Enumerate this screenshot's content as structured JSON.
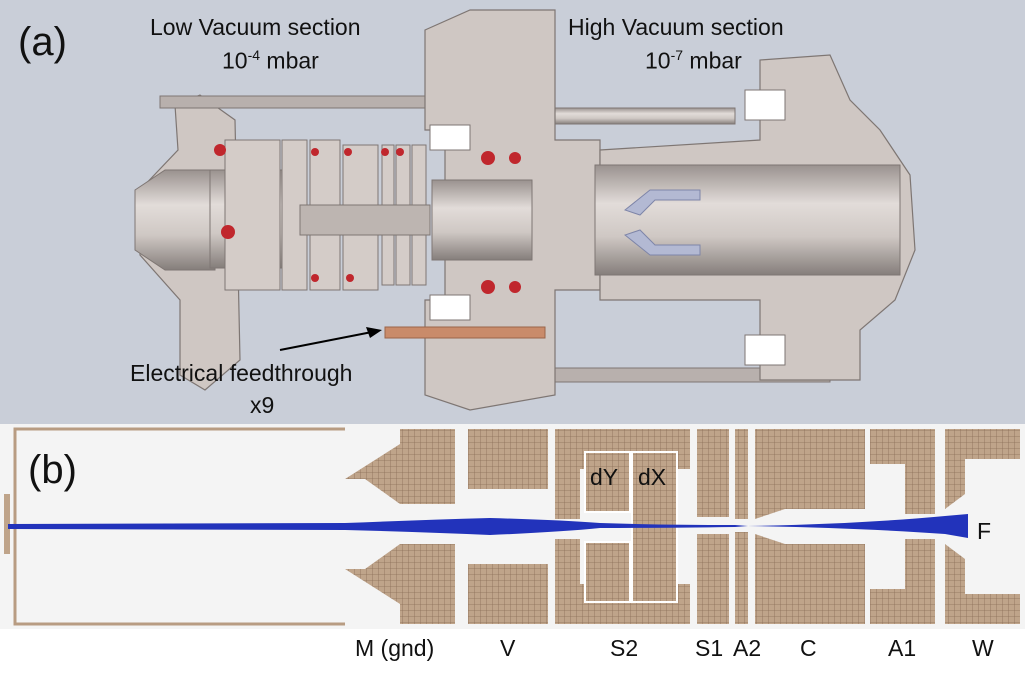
{
  "panel_a": {
    "tag": "(a)",
    "low_vacuum": {
      "title": "Low Vacuum section",
      "pressure_base": "10",
      "pressure_exp": "-4",
      "unit": " mbar"
    },
    "high_vacuum": {
      "title": "High Vacuum section",
      "pressure_base": "10",
      "pressure_exp": "-7",
      "unit": " mbar"
    },
    "feedthrough": {
      "line1": "Electrical feedthrough",
      "line2": "x9"
    }
  },
  "panel_b": {
    "tag": "(b)",
    "inner_labels": {
      "dy": "dY",
      "dx": "dX",
      "f": "F"
    },
    "electrodes": [
      "M (gnd)",
      "V",
      "S2",
      "S1",
      "A2",
      "C",
      "A1",
      "W"
    ]
  },
  "colors": {
    "background_a": "#c9ced8",
    "metal": "#c8c0bc",
    "metal_dark": "#8b8380",
    "o_ring": "#c0272d",
    "feedthrough": "#c98b6a",
    "electrode_fill": "#bfa48a",
    "beam": "#2233bb",
    "vacuum": "#f2f2f2"
  }
}
